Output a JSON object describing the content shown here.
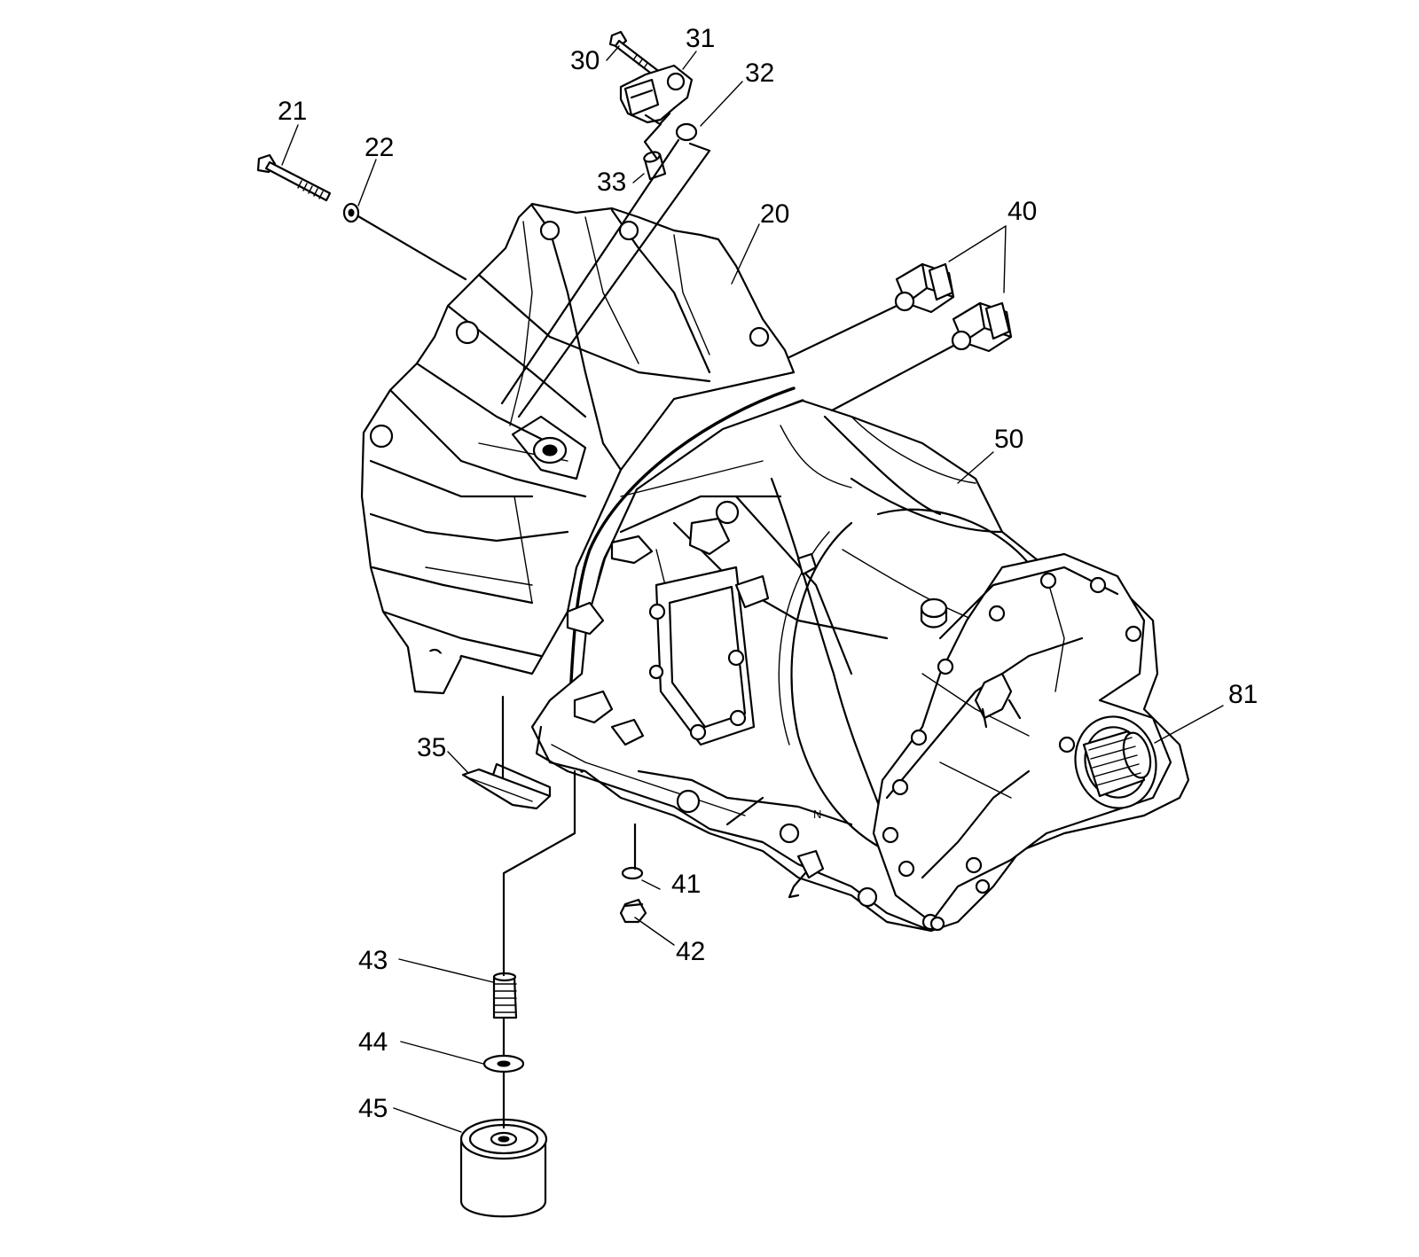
{
  "callouts": [
    {
      "id": "c30",
      "text": "30"
    },
    {
      "id": "c31",
      "text": "31"
    },
    {
      "id": "c32",
      "text": "32"
    },
    {
      "id": "c33",
      "text": "33"
    },
    {
      "id": "c21",
      "text": "21"
    },
    {
      "id": "c22",
      "text": "22"
    },
    {
      "id": "c20",
      "text": "20"
    },
    {
      "id": "c40",
      "text": "40"
    },
    {
      "id": "c50",
      "text": "50"
    },
    {
      "id": "c81",
      "text": "81"
    },
    {
      "id": "c35",
      "text": "35"
    },
    {
      "id": "c41",
      "text": "41"
    },
    {
      "id": "c42",
      "text": "42"
    },
    {
      "id": "c43",
      "text": "43"
    },
    {
      "id": "c44",
      "text": "44"
    },
    {
      "id": "c45",
      "text": "45"
    }
  ],
  "housing_marking": "N"
}
